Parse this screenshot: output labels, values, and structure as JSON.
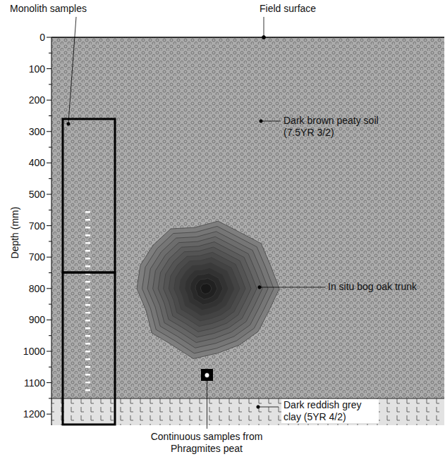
{
  "diagram": {
    "labels": [
      "Monolith samples",
      "Field surface",
      "Depth (mm)",
      "0",
      "100",
      "200",
      "300",
      "400",
      "500",
      "700",
      "700",
      "800",
      "900",
      "1000",
      "1100",
      "1200",
      "Dark brown peaty soil (7.5YR 3/2)",
      "In situ bog oak trunk",
      "Dark reddish grey clay (5YR 4/2)",
      "Continuous samples from Phragmites peat"
    ]
  }
}
